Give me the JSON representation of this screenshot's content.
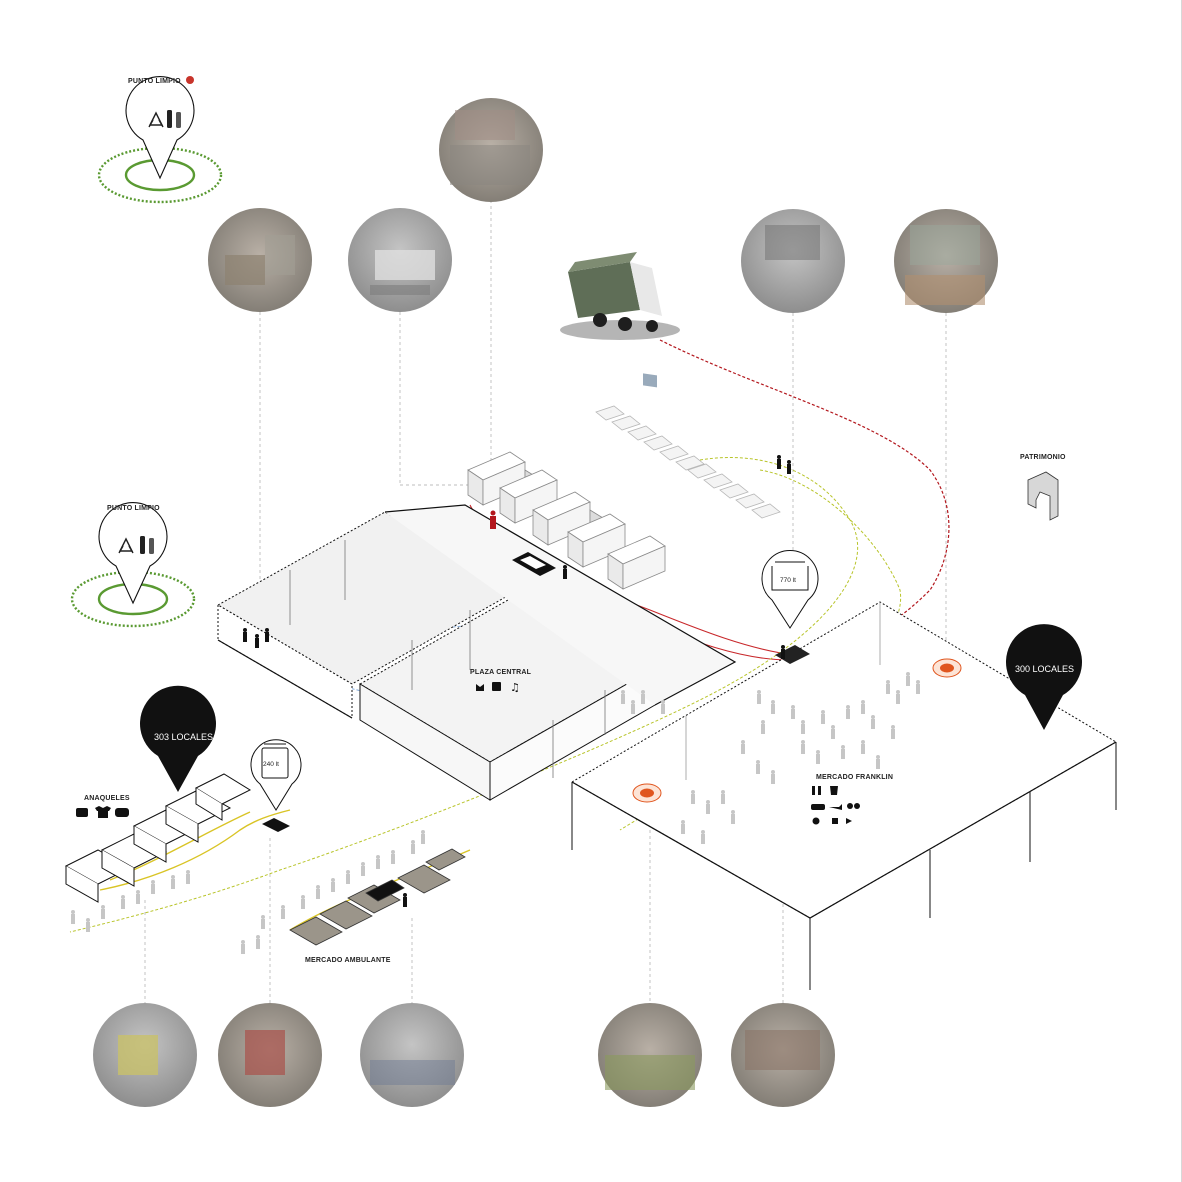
{
  "labels": {
    "punto_limpio_top": "PUNTO LIMPIO",
    "punto_limpio_left": "PUNTO LIMPIO",
    "plaza_central": "PLAZA CENTRAL",
    "locales_303": "303 LOCALES",
    "locales_300": "300 LOCALES",
    "anaqueles": "ANAQUELES",
    "mercado_ambulante": "MERCADO AMBULANTE",
    "mercado_franklin": "MERCADO FRANKLIN",
    "patrimonio": "PATRIMONIO",
    "bin_240": "240 lt",
    "bin_770": "770 lt"
  },
  "colors": {
    "recycle_green": "#5a9a32",
    "waste_route_red": "#b3171d",
    "pedestrian_yellow": "#b8c42a",
    "market_orange": "#e0561f",
    "flow_blue": "#7ea7d8",
    "photo_grey": "#9a9a9a"
  },
  "icons": {
    "recycle": "recycle-icon",
    "bottle": "bottle-icon",
    "garbage_truck": "garbage-truck-icon",
    "delivery_truck": "delivery-truck-icon",
    "person": "person-icon",
    "music": "music-note-icon",
    "bin": "waste-bin-icon",
    "heritage": "heritage-building-icon"
  }
}
